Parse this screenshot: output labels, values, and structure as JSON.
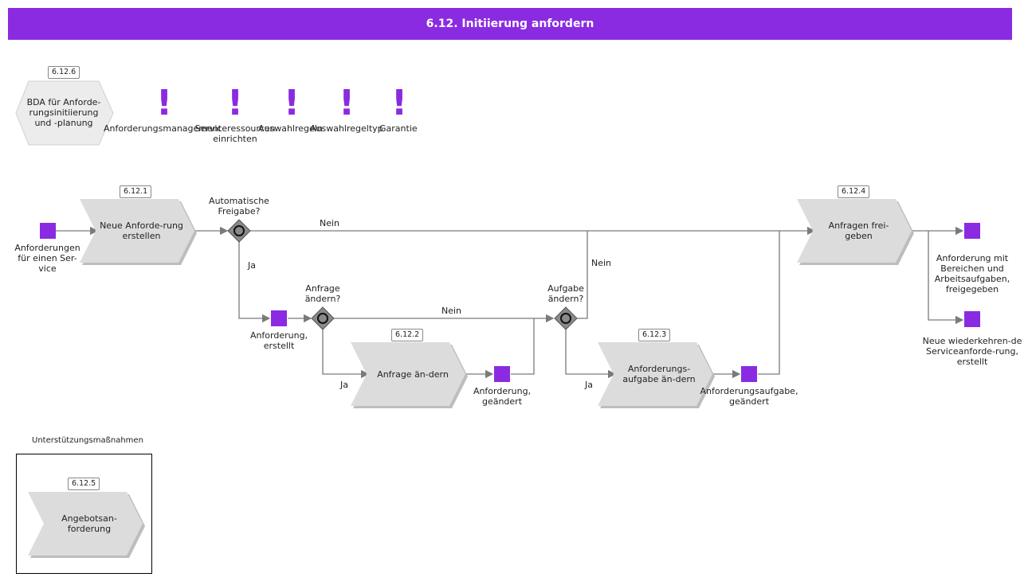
{
  "title": "6.12. Initiierung anfordern",
  "colors": {
    "accent": "#8a2be2",
    "shape": "#dcdcdc",
    "gateway": "#8a8a8a",
    "arrow": "#7a7a7a"
  },
  "scenario": {
    "id": "6.12.6",
    "label": "BDA für Anforde-rungsinitiierung und -planung"
  },
  "references": [
    {
      "label": "Anforderungsmanagement"
    },
    {
      "label": "Serviceressourcen einrichten"
    },
    {
      "label": "Auswahlregeln"
    },
    {
      "label": "Auswahlregeltyp"
    },
    {
      "label": "Garantie"
    }
  ],
  "functions": {
    "neue_anforderung": {
      "id": "6.12.1",
      "label": "Neue Anforde-rung erstellen"
    },
    "anfrage_aendern": {
      "id": "6.12.2",
      "label": "Anfrage än-dern"
    },
    "aufgabe_aendern": {
      "id": "6.12.3",
      "label": "Anforderungs-aufgabe än-dern"
    },
    "anfragen_freigeben": {
      "id": "6.12.4",
      "label": "Anfragen frei-geben"
    },
    "angebot": {
      "id": "6.12.5",
      "label": "Angebotsan-forderung"
    }
  },
  "events": {
    "start": "Anforderungen für einen Ser-vice",
    "erstellt": "Anforderung, erstellt",
    "geaendert": "Anforderung, geändert",
    "aufgabe_geaendert": "Anforderungsaufgabe, geändert",
    "freigegeben": "Anforderung mit Bereichen und Arbeitsaufgaben, freigegeben",
    "wiederkehrend": "Neue wiederkehren-de Serviceanforde-rung, erstellt"
  },
  "gateways": {
    "auto_freigabe": "Automatische Freigabe?",
    "anfrage_aendern": "Anfrage ändern?",
    "aufgabe_aendern": "Aufgabe ändern?"
  },
  "edge_labels": {
    "nein_top": "Nein",
    "ja_1": "Ja",
    "nein_mid": "Nein",
    "ja_2": "Ja",
    "nein_right": "Nein",
    "ja_3": "Ja"
  },
  "support": {
    "title": "Unterstützungsmaßnahmen"
  }
}
